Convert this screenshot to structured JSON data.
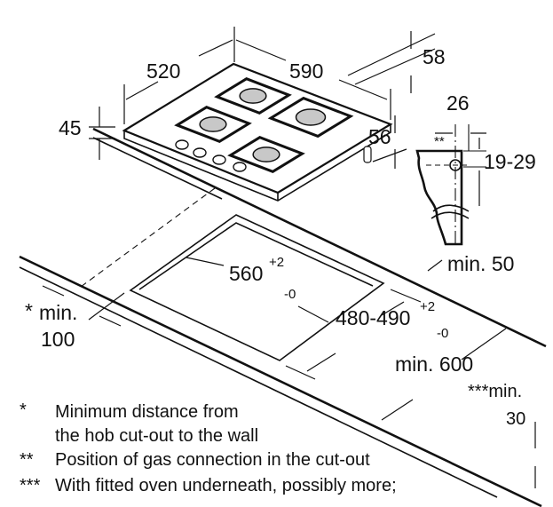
{
  "dimensions": {
    "hob_depth": "520",
    "hob_width": "590",
    "hob_height_total": "58",
    "hob_glass_thickness": "45",
    "hob_underside_height": "56",
    "gas_connection_offset": "26",
    "gas_connection_marker": "**",
    "gas_connection_depth": "19-29",
    "cutout_width": "560",
    "cutout_width_tol_plus": "+2",
    "cutout_width_tol_minus": "-0",
    "cutout_depth": "480-490",
    "cutout_depth_tol_plus": "+2",
    "cutout_depth_tol_minus": "-0",
    "min_wall_distance_prefix": "*",
    "min_wall_distance_label": "min.",
    "min_wall_distance_value": "100",
    "min_back_distance": "min. 50",
    "min_worktop_depth": "min. 600",
    "min_thickness_label": "***min.",
    "min_thickness_value": "30"
  },
  "legend": [
    {
      "marker": "*",
      "lines": [
        "Minimum distance from",
        "the hob cut-out to the wall"
      ]
    },
    {
      "marker": "**",
      "lines": [
        "Position of gas connection in the cut-out"
      ]
    },
    {
      "marker": "***",
      "lines": [
        "With fitted oven underneath, possibly more;"
      ]
    }
  ]
}
